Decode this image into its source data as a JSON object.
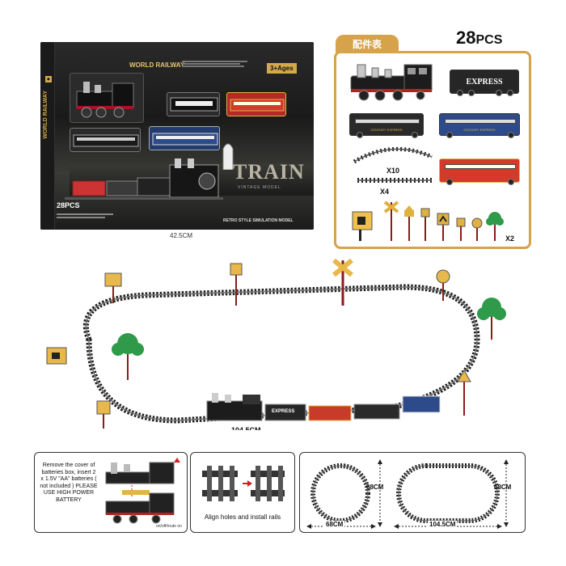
{
  "box": {
    "brand": "WORLD RAILWAY",
    "side_text": "WORLD RAILWAY",
    "age": "3+Ages",
    "title": "TRAIN",
    "subtitle": "VINTAGE MODEL",
    "model_line": "RETRO STYLE SIMULATION MODEL",
    "pcs": "28PCS",
    "width_label": "42.5CM"
  },
  "parts": {
    "tab_label": "配件表",
    "total_number": "28",
    "total_unit": "PCS",
    "car_labels": {
      "express": "EXPRESS",
      "century": "CENTURY EXPRESS"
    },
    "curved_rail_count": "X10",
    "straight_rail_count": "X4",
    "tree_count": "X2",
    "colors": {
      "frame": "#d6a24a",
      "locomotive": "#222222",
      "black_car": "#2a2a2a",
      "blue_car": "#2d4a8a",
      "red_car": "#d23a2a",
      "yellow_trim": "#e3b446"
    }
  },
  "layout": {
    "partial_dim": "104.5CM",
    "express_label": "EXPRESS"
  },
  "panels": {
    "battery": {
      "text": "Remove the cover of batteries box, insert 2 x 1.5V \"AA\" batteries ( not included ) PLEASE USE HIGH POWER BATTERY",
      "switch_note": "on/off/mute on"
    },
    "rails": {
      "caption": "Align holes and install rails"
    },
    "dimensions": {
      "circle_height": "68CM",
      "circle_width": "68CM",
      "oval_height": "68CM",
      "oval_width": "104.5CM"
    }
  }
}
